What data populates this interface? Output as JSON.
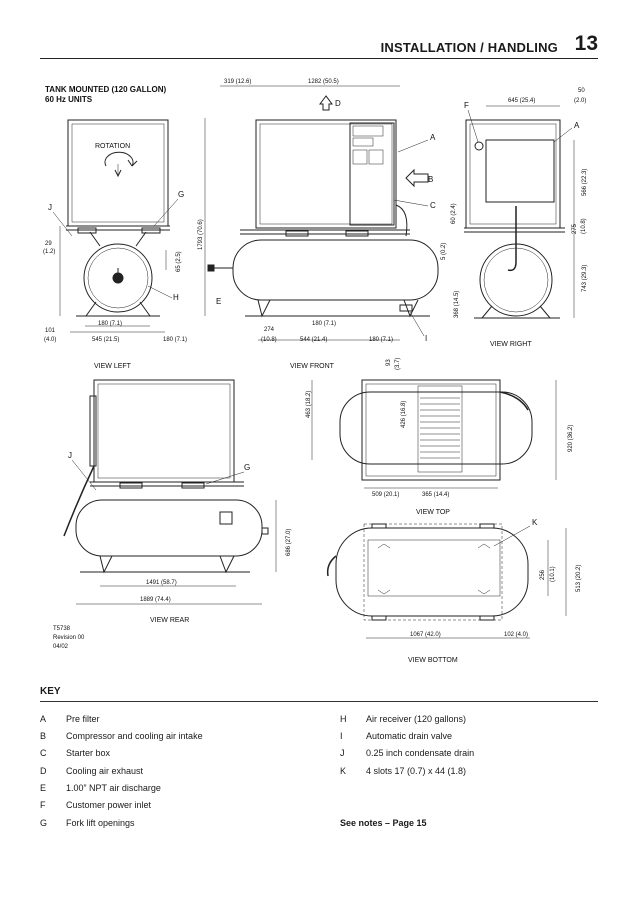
{
  "header": {
    "title": "INSTALLATION / HANDLING",
    "page_number": "13"
  },
  "drawing": {
    "heading_line1": "TANK MOUNTED (120 GALLON)",
    "heading_line2": "60 Hz UNITS",
    "rotation_label": "ROTATION",
    "views": {
      "left": "VIEW LEFT",
      "front": "VIEW FRONT",
      "right": "VIEW RIGHT",
      "top": "VIEW TOP",
      "rear": "VIEW REAR",
      "bottom": "VIEW BOTTOM"
    },
    "callouts": {
      "A": "A",
      "B": "B",
      "C": "C",
      "D": "D",
      "E": "E",
      "F": "F",
      "G": "G",
      "H": "H",
      "I": "I",
      "J": "J",
      "K": "K"
    },
    "dims": {
      "d319": "319 (12.6)",
      "d1282": "1282 (50.5)",
      "d50": "50",
      "d50b": "(2.0)",
      "d645": "645 (25.4)",
      "d566": "566 (22.3)",
      "d275": "275",
      "d275b": "(10.8)",
      "d743": "743 (29.3)",
      "d1793": "1793 (70.6)",
      "d29": "29",
      "d29b": "(1.2)",
      "d65": "65 (2.5)",
      "d60": "60 (2.4)",
      "d5": "5 (0.2)",
      "d368": "368 (14.5)",
      "d101": "101",
      "d101b": "(4.0)",
      "d180": "180 (7.1)",
      "d545": "545 (21.5)",
      "d274": "274",
      "d274b": "(10.8)",
      "d544": "544 (21.4)",
      "d93": "93",
      "d93b": "(3.7)",
      "d463": "463 (18.2)",
      "d426": "426 (16.8)",
      "d920": "920 (36.2)",
      "d509": "509 (20.1)",
      "d365": "365 (14.4)",
      "d686": "686 (27.0)",
      "d1491": "1491 (58.7)",
      "d1889": "1889 (74.4)",
      "d256": "256",
      "d256b": "(10.1)",
      "d513": "513 (20.2)",
      "d1067": "1067 (42.0)",
      "d102": "102 (4.0)"
    },
    "ref_code": "T5738",
    "revision": "Revision 00",
    "date": "04/02"
  },
  "key": {
    "title": "KEY",
    "left": [
      {
        "letter": "A",
        "desc": "Pre filter"
      },
      {
        "letter": "B",
        "desc": "Compressor and cooling air intake"
      },
      {
        "letter": "C",
        "desc": "Starter box"
      },
      {
        "letter": "D",
        "desc": "Cooling air exhaust"
      },
      {
        "letter": "E",
        "desc": "1.00” NPT air discharge"
      },
      {
        "letter": "F",
        "desc": "Customer power inlet"
      },
      {
        "letter": "G",
        "desc": "Fork lift openings"
      }
    ],
    "right": [
      {
        "letter": "H",
        "desc": "Air receiver (120 gallons)"
      },
      {
        "letter": "I",
        "desc": "Automatic drain valve"
      },
      {
        "letter": "J",
        "desc": "0.25 inch condensate drain"
      },
      {
        "letter": "K",
        "desc": "4 slots 17 (0.7) x 44 (1.8)"
      }
    ],
    "see_notes": "See notes – Page 15"
  }
}
